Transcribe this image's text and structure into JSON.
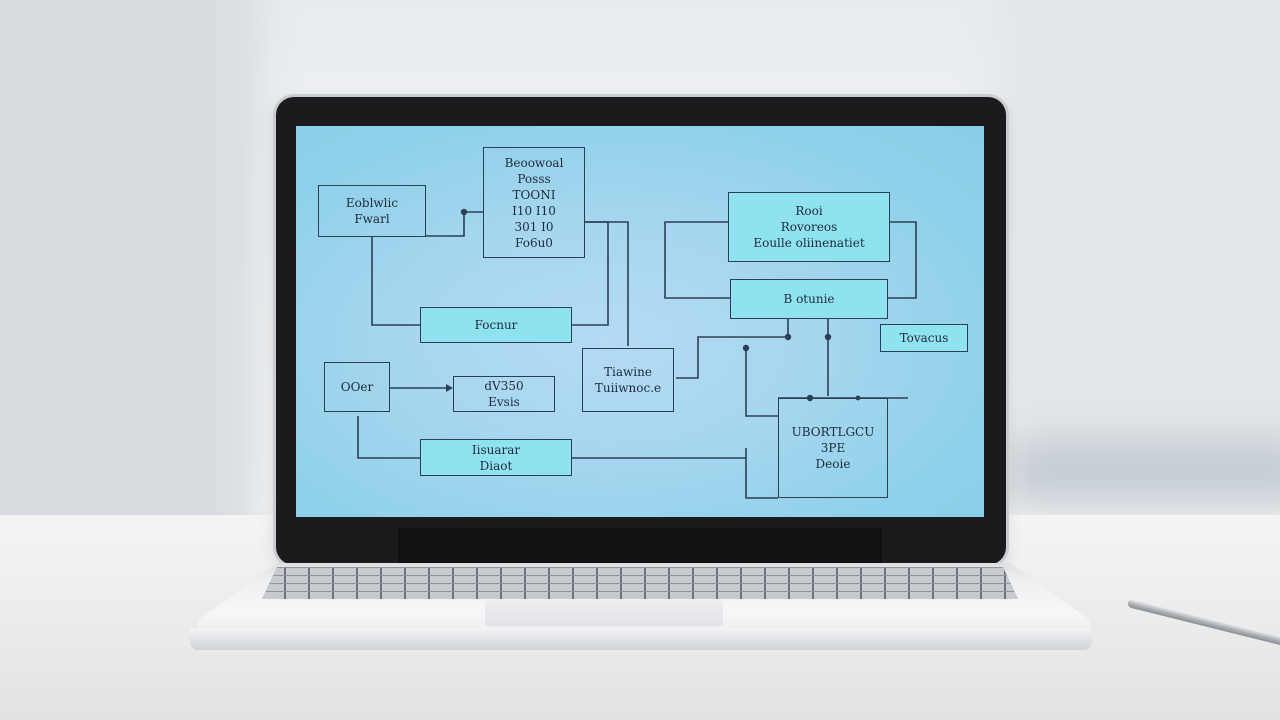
{
  "scene": {
    "description_colors": {
      "screen_bg": "#a6d6ef",
      "node_fill": "#8fe3f0",
      "line": "#2e3f55",
      "bezel": "#1b1b1d"
    }
  },
  "diagram": {
    "nodes": [
      {
        "id": "n1",
        "lines": [
          "Eoblwlic",
          "Fwarl"
        ],
        "filled": false
      },
      {
        "id": "n2",
        "lines": [
          "Beoowoal",
          "Posss",
          "TOONI",
          "I10 I10",
          "301 I0",
          "Fo6u0"
        ],
        "filled": false
      },
      {
        "id": "n3",
        "lines": [
          "Focnur"
        ],
        "filled": true
      },
      {
        "id": "n4",
        "lines": [
          "Rooi",
          "Rovoreos",
          "Eoulle oliinenatiet"
        ],
        "filled": true
      },
      {
        "id": "n5",
        "lines": [
          "B otunie"
        ],
        "filled": true
      },
      {
        "id": "n6",
        "lines": [
          "Tovacus"
        ],
        "filled": true
      },
      {
        "id": "n7",
        "lines": [
          "OOer"
        ],
        "filled": false
      },
      {
        "id": "n8",
        "lines": [
          "dV350",
          "Evsis"
        ],
        "filled": false
      },
      {
        "id": "n9",
        "lines": [
          "Tiawine",
          "Tuiiwnoc.e"
        ],
        "filled": false
      },
      {
        "id": "n10",
        "lines": [
          "Iisuarar",
          "Diaot"
        ],
        "filled": true
      },
      {
        "id": "n11",
        "lines": [
          "UBORTLGCU",
          "3PE",
          "Deoie"
        ],
        "filled": false
      }
    ]
  }
}
